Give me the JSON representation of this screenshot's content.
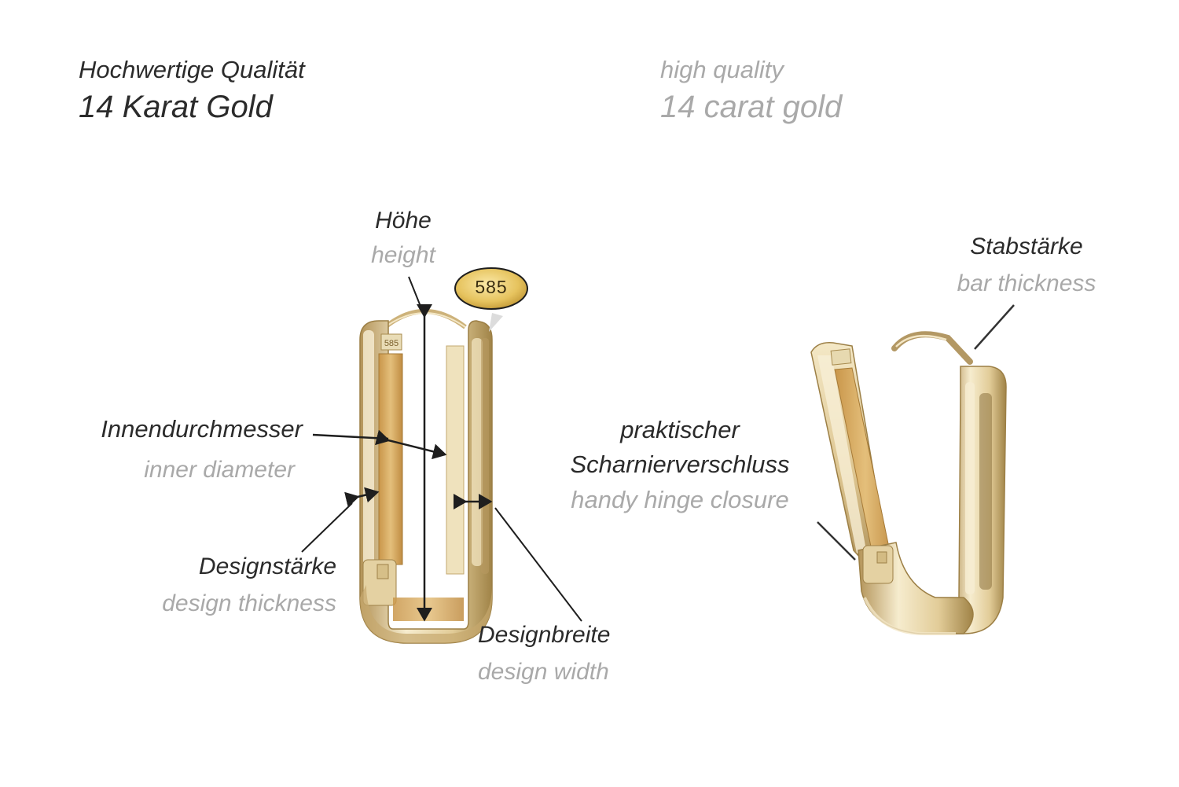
{
  "header": {
    "de_line1": "Hochwertige Qualität",
    "de_line2": "14 Karat Gold",
    "en_line1": "high quality",
    "en_line2": "14 carat gold"
  },
  "stamp": {
    "text": "585"
  },
  "labels": {
    "height": {
      "de": "Höhe",
      "en": "height"
    },
    "inner_diameter": {
      "de": "Innendurchmesser",
      "en": "inner diameter"
    },
    "design_thickness": {
      "de": "Designstärke",
      "en": "design thickness"
    },
    "design_width": {
      "de": "Designbreite",
      "en": "design width"
    },
    "hinge": {
      "de_line1": "praktischer",
      "de_line2": "Scharnierverschluss",
      "en": "handy hinge closure"
    },
    "bar_thickness": {
      "de": "Stabstärke",
      "en": "bar thickness"
    }
  },
  "colors": {
    "gold_light": "#f1e4bd",
    "gold_mid": "#d9c08a",
    "gold_dark": "#a88b4f",
    "inner_gold": "#d7a85a",
    "text_de": "#2b2b2b",
    "text_en": "#a9a9a9"
  }
}
